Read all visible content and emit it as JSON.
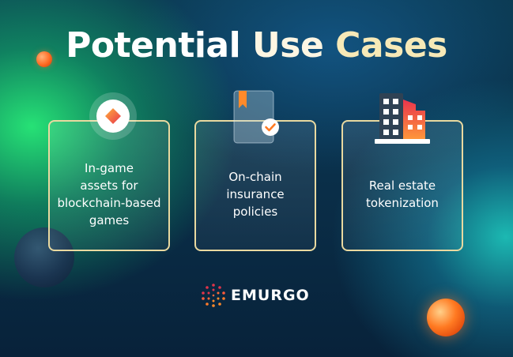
{
  "title": {
    "word1": "Potential",
    "word2": "Use",
    "word3": "Cases"
  },
  "cards": [
    {
      "text_lines": [
        "In-game",
        "assets for",
        "blockchain-based",
        "games"
      ],
      "icon": "diamond-icon"
    },
    {
      "text_lines": [
        "On-chain",
        "insurance",
        "policies"
      ],
      "icon": "document-check-icon"
    },
    {
      "text_lines": [
        "Real estate",
        "tokenization"
      ],
      "icon": "buildings-icon"
    }
  ],
  "brand": {
    "name": "EMURGO",
    "icon": "emurgo-logo-icon"
  },
  "colors": {
    "card_border": "#e9d9a0",
    "title_accent": "#f7e9b7",
    "orb": "#ff6a22",
    "logo_red": "#e2344a",
    "logo_orange": "#ff8a2a"
  }
}
